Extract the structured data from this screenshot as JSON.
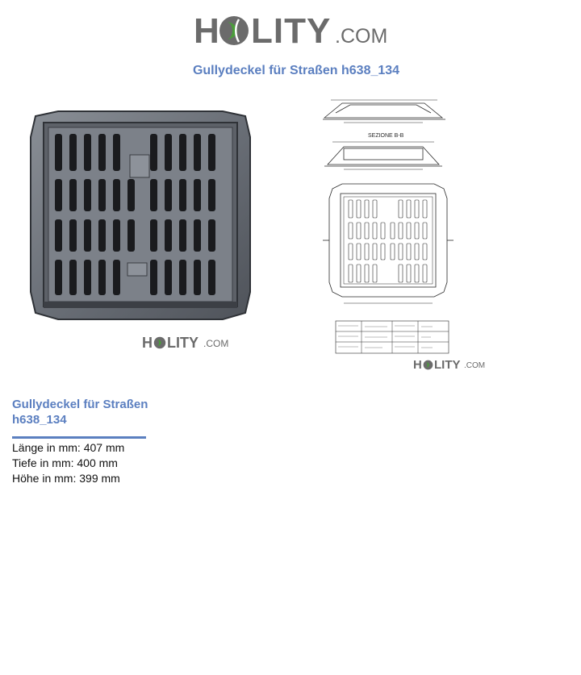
{
  "brand": {
    "logo_text": "HOLITY",
    "logo_suffix": ".COM",
    "accent_green": "#4a9e3a",
    "gray": "#6b6b6b"
  },
  "page": {
    "title": "Gullydeckel für Straßen h638_134",
    "accent_color": "#5b7fc0"
  },
  "drawing": {
    "section_label": "SEZIONE B-B"
  },
  "product": {
    "name": "Gullydeckel für Straßen h638_134",
    "specs": [
      "Länge in mm: 407 mm",
      "Tiefe in mm: 400 mm",
      "Höhe in mm: 399 mm"
    ]
  }
}
